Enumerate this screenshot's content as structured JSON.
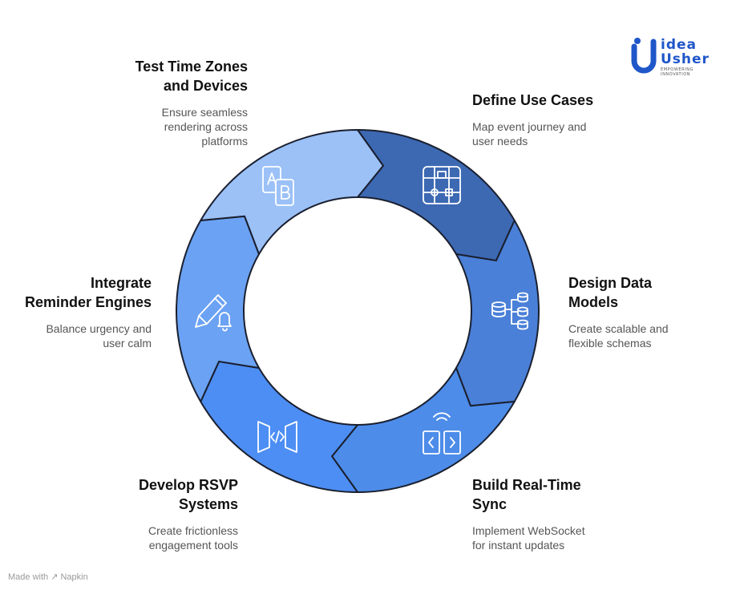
{
  "logo": {
    "line1": "idea",
    "line2": "Usher",
    "tagline": "EMPOWERING INNOVATION"
  },
  "footer": {
    "made_with": "Made with",
    "brand": "Napkin"
  },
  "steps": [
    {
      "title": "Define Use Cases",
      "desc": "Map event journey and\nuser needs",
      "icon": "flowchart-icon",
      "color": "#3d69b3"
    },
    {
      "title": "Design Data\nModels",
      "desc": "Create scalable and\nflexible schemas",
      "icon": "database-stack-icon",
      "color": "#4a80d8"
    },
    {
      "title": "Build Real-Time\nSync",
      "desc": "Implement WebSocket\nfor instant updates",
      "icon": "code-signal-icon",
      "color": "#4d8ce9"
    },
    {
      "title": "Develop RSVP\nSystems",
      "desc": "Create frictionless\nengagement tools",
      "icon": "code-tag-icon",
      "color": "#4d8ef4"
    },
    {
      "title": "Integrate\nReminder Engines",
      "desc": "Balance urgency and\nuser calm",
      "icon": "pencil-bell-icon",
      "color": "#6ba2f3"
    },
    {
      "title": "Test Time Zones\nand Devices",
      "desc": "Ensure seamless\nrendering across\nplatforms",
      "icon": "devices-ab-icon",
      "color": "#9bc1f7"
    }
  ]
}
